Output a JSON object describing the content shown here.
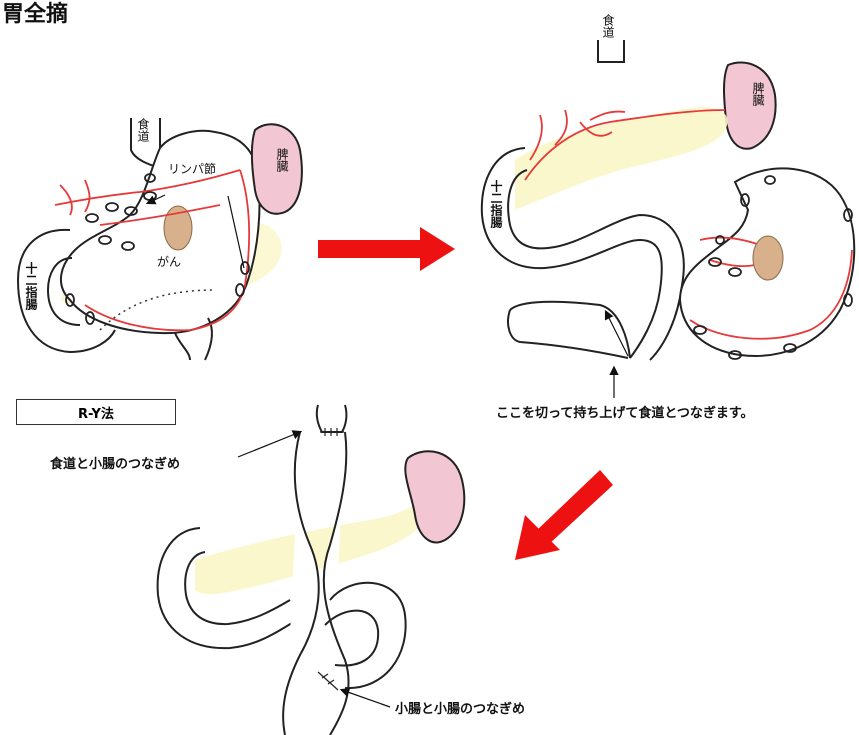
{
  "title": "胃全摘",
  "colors": {
    "vessel": "#e63a3a",
    "arrow": "#ee1111",
    "pancreas": "#fbf6c8",
    "spleen": "#f2c6d2",
    "tumor": "#d9b08c",
    "outline": "#222222"
  },
  "panel1": {
    "esophagus": "食道",
    "lymph_node": "リンパ節",
    "spleen": "脾臓",
    "cancer": "がん",
    "duodenum": "十二指腸"
  },
  "panel2": {
    "esophagus": "食道",
    "spleen": "脾臓",
    "duodenum": "十二指腸",
    "note": "ここを切って持ち上げて食道とつなぎます。"
  },
  "panel3": {
    "method": "R-Y法",
    "esophagus_junction": "食道と小腸のつなぎめ",
    "bowel_junction": "小腸と小腸のつなぎめ"
  }
}
